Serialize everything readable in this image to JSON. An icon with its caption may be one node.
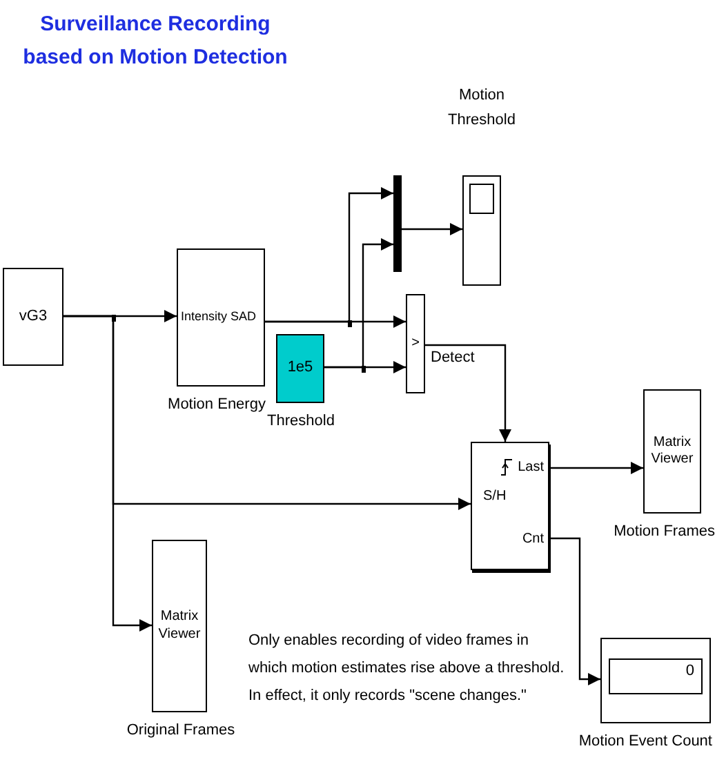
{
  "diagram": {
    "title": "Surveillance Recording based on Motion Detection",
    "nodes": [
      {
        "text": [
          "vG3"
        ]
      },
      {
        "text": [
          "Intensity SAD"
        ],
        "beside": [
          "Motion Energy"
        ]
      },
      {
        "text": [
          "1e5"
        ],
        "beside": [
          "Threshold"
        ]
      },
      {
        "text": [],
        "shape": "bar"
      },
      {
        "text": [],
        "shape": "box",
        "beside": [
          "Motion Threshold"
        ]
      },
      {
        "text": [
          ">"
        ]
      },
      {
        "text": [
          "Last",
          "S/H",
          "Cnt"
        ]
      },
      {
        "text": [
          "Matrix Viewer"
        ],
        "beside": [
          "Motion Frames"
        ]
      },
      {
        "text": [
          "Matrix Viewer"
        ],
        "beside": [
          "Original Frames"
        ]
      },
      {
        "text": [
          "0"
        ],
        "beside": [
          "Motion Event Count"
        ]
      }
    ],
    "edges": [
      {
        "from": 0,
        "to": 1,
        "arrow": "to"
      },
      {
        "from": 0,
        "to": 6,
        "arrow": "to"
      },
      {
        "from": 0,
        "to": 8,
        "arrow": "to"
      },
      {
        "from": 1,
        "to": 5,
        "arrow": "to"
      },
      {
        "from": 1,
        "to": 3,
        "arrow": "to"
      },
      {
        "from": 2,
        "to": 5,
        "arrow": "to"
      },
      {
        "from": 2,
        "to": 3,
        "arrow": "to"
      },
      {
        "from": 3,
        "to": 4,
        "arrow": "to"
      },
      {
        "from": 5,
        "to": 6,
        "arrow": "to",
        "label": "Detect"
      },
      {
        "from": 6,
        "to": 7,
        "arrow": "to"
      },
      {
        "from": 6,
        "to": 9,
        "arrow": "to"
      }
    ],
    "labels": [
      "Only enables recording of video frames in which motion estimates rise above a threshold. In effect, it only records \"scene changes.\""
    ]
  }
}
